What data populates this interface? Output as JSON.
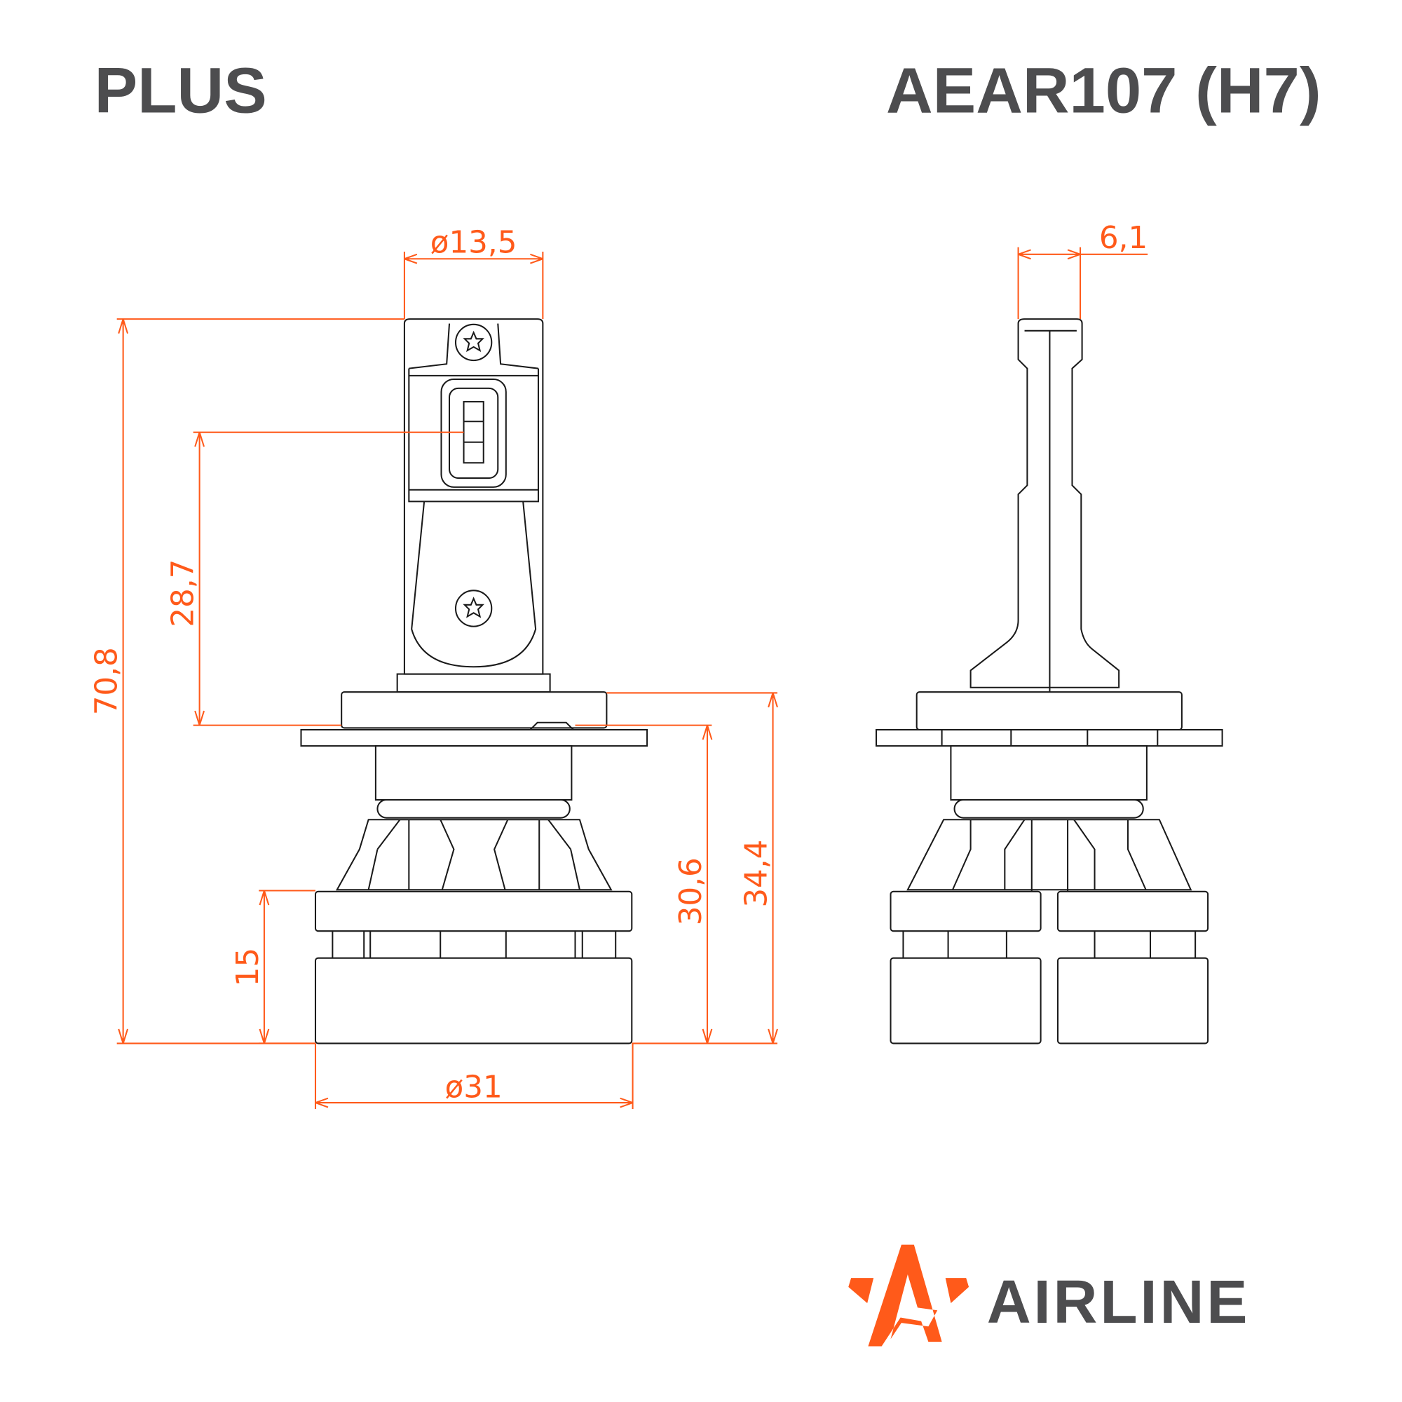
{
  "header": {
    "series": "PLUS",
    "model": "AEAR107 (H7)"
  },
  "dimensions": {
    "led_diameter": "ø13,5",
    "side_width": "6,1",
    "total_length": "70,8",
    "led_height": "28,7",
    "base_height": "15",
    "flange_to_bottom": "30,6",
    "collar_to_bottom": "34,4",
    "base_diameter": "ø31"
  },
  "brand": {
    "name": "AIRLINE",
    "accent": "#ff5a1a",
    "text_color": "#4d4d4f"
  }
}
